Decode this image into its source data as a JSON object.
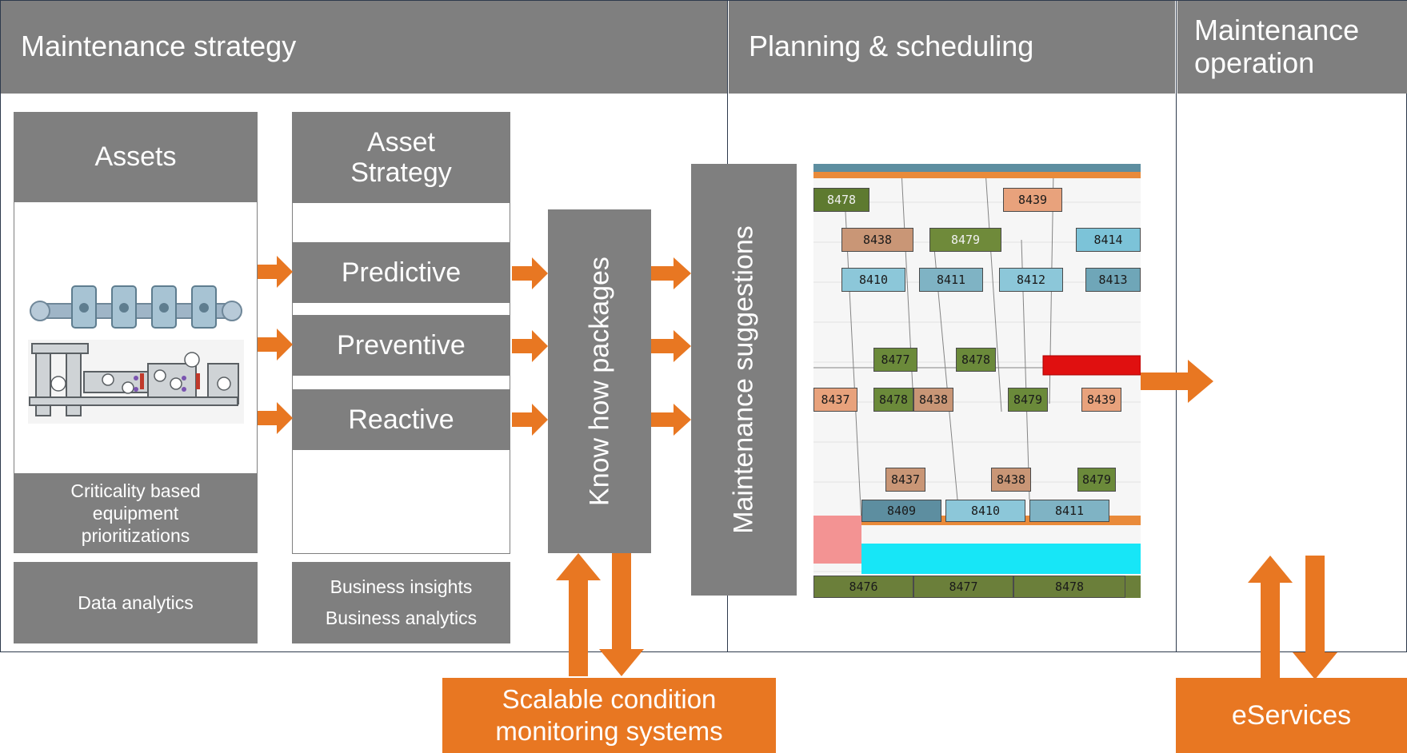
{
  "sections": {
    "strategy": "Maintenance strategy",
    "planning": "Planning & scheduling",
    "operation_line1": "Maintenance",
    "operation_line2": "operation"
  },
  "assets": {
    "title": "Assets",
    "criticality_line1": "Criticality based",
    "criticality_line2": "equipment",
    "criticality_line3": "prioritizations",
    "data_analytics": "Data analytics"
  },
  "asset_strategy": {
    "title_line1": "Asset",
    "title_line2": "Strategy",
    "predictive": "Predictive",
    "preventive": "Preventive",
    "reactive": "Reactive",
    "insights": "Business insights",
    "analytics": "Business analytics"
  },
  "know_how": "Know how packages",
  "suggestions": "Maintenance suggestions",
  "condition_monitoring": {
    "line1": "Scalable condition",
    "line2": "monitoring systems"
  },
  "eservices": "eServices",
  "gantt_labels": [
    "8478",
    "8439",
    "8438",
    "8479",
    "8414",
    "8410",
    "8411",
    "8412",
    "8413",
    "8477",
    "8478",
    "8437",
    "8478",
    "8438",
    "8479",
    "8439",
    "8437",
    "8438",
    "8479",
    "8409",
    "8410",
    "8411",
    "8476",
    "8477",
    "8478"
  ],
  "colors": {
    "header_gray": "#7f7f7f",
    "accent_orange": "#e87722",
    "border_navy": "#2e3a4c"
  }
}
